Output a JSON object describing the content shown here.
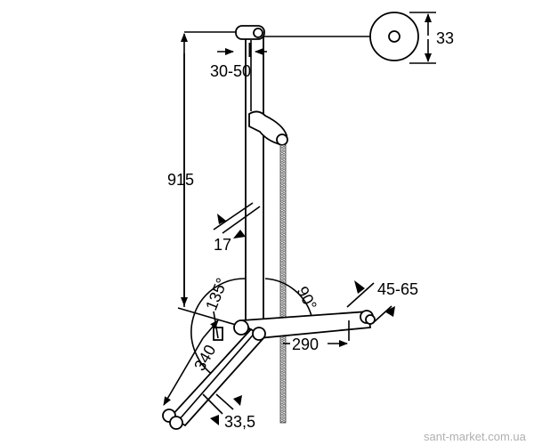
{
  "diagram": {
    "dimensions": {
      "height_total": "915",
      "wall_distance": "30-50",
      "rosette_diameter": "33",
      "slant_bar": "17",
      "angle_left": "135°",
      "angle_right": "90°",
      "arm_length": "290",
      "arm_diameter": "45-65",
      "diagonal_length": "340",
      "diagonal_diameter": "33,5"
    },
    "watermark": "sant-market.com.ua"
  }
}
